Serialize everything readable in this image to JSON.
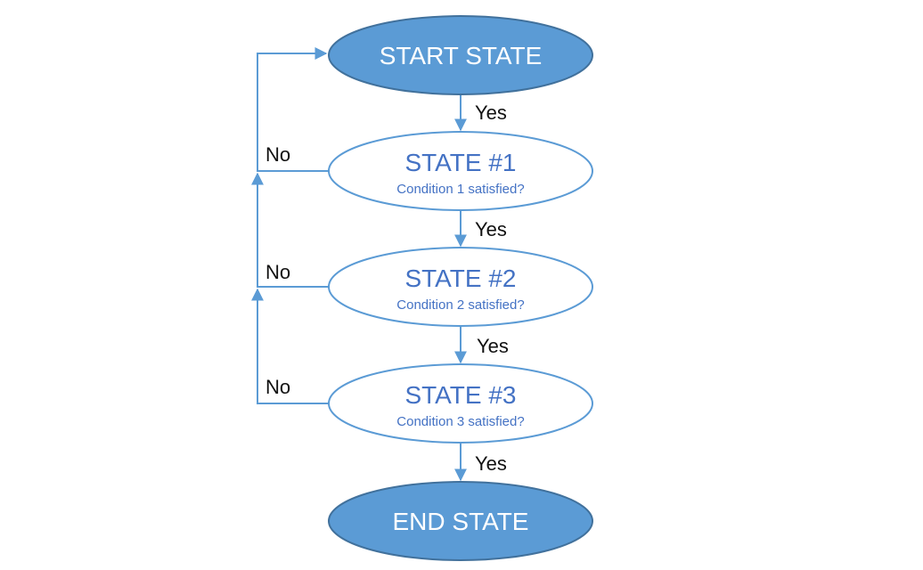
{
  "colors": {
    "fill_blue": "#5b9bd5",
    "stroke_blue": "#41719c",
    "line_blue": "#5b9bd5",
    "text_blue": "#4472c4"
  },
  "nodes": {
    "start": {
      "title": "START STATE"
    },
    "state1": {
      "title": "STATE #1",
      "subtitle": "Condition 1 satisfied?"
    },
    "state2": {
      "title": "STATE #2",
      "subtitle": "Condition 2 satisfied?"
    },
    "state3": {
      "title": "STATE #3",
      "subtitle": "Condition 3 satisfied?"
    },
    "end": {
      "title": "END STATE"
    }
  },
  "edges": {
    "yes1": "Yes",
    "yes2": "Yes",
    "yes3": "Yes",
    "yes4": "Yes",
    "no1": "No",
    "no2": "No",
    "no3": "No"
  }
}
